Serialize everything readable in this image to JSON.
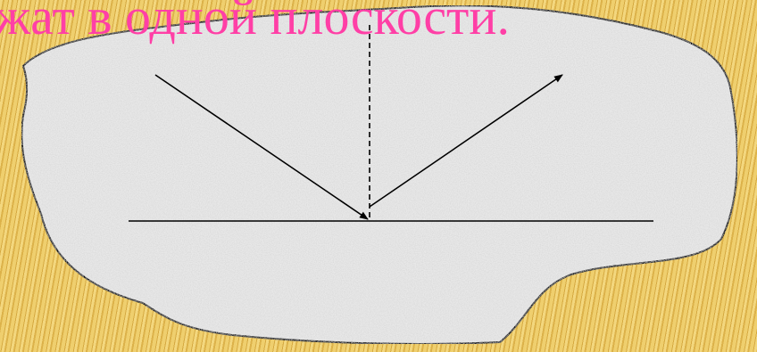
{
  "slide": {
    "title": "жат в одной плоскости."
  },
  "colors": {
    "background": "#e9c55e",
    "title_text": "#ff3fa6",
    "plane_fill": "#e8e8e8",
    "lines": "#000000"
  },
  "diagram": {
    "shapes": [
      "plane-surface",
      "mirror-line",
      "incident-ray",
      "reflected-ray",
      "normal-line"
    ]
  }
}
